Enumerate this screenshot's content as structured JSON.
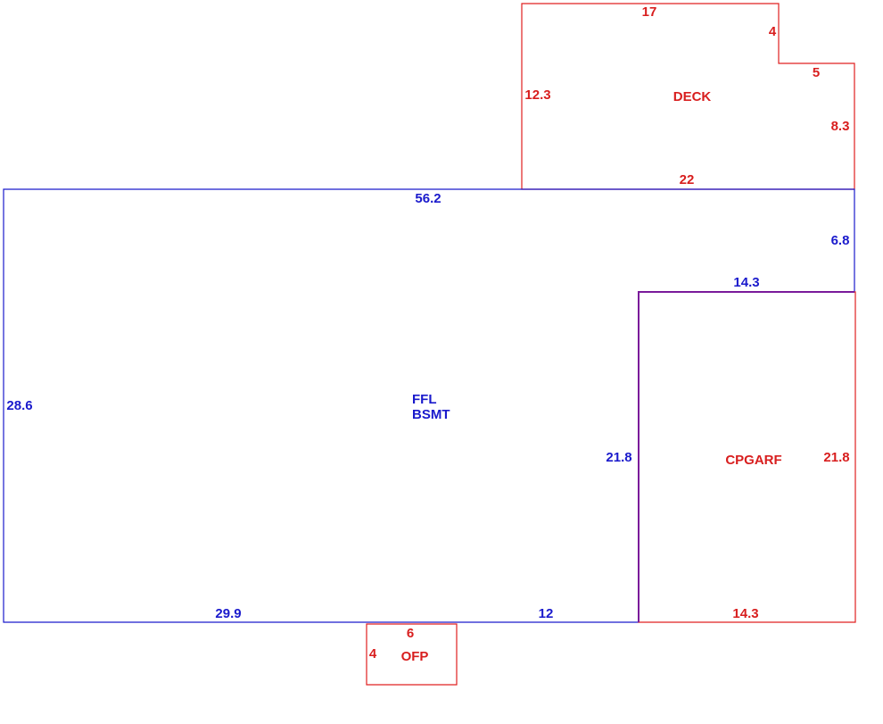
{
  "colors": {
    "red": "#e02020",
    "blue": "#1a1acc",
    "shared_edge": "#7a1a9a"
  },
  "deck": {
    "name": "DECK",
    "dim_top": "17",
    "dim_notch_vertical": "4",
    "dim_notch_horizontal": "5",
    "dim_left": "12.3",
    "dim_right": "8.3",
    "dim_bottom": "22"
  },
  "main": {
    "name_line1": "FFL",
    "name_line2": "BSMT",
    "dim_top": "56.2",
    "dim_right": "6.8",
    "dim_inset_top": "14.3",
    "dim_left": "28.6",
    "dim_inner_vertical": "21.8",
    "dim_bottom_left": "29.9",
    "dim_bottom_right": "12"
  },
  "garage": {
    "name": "CPGARF",
    "dim_right": "21.8",
    "dim_bottom": "14.3"
  },
  "porch": {
    "name": "OFP",
    "dim_top": "6",
    "dim_left": "4"
  }
}
